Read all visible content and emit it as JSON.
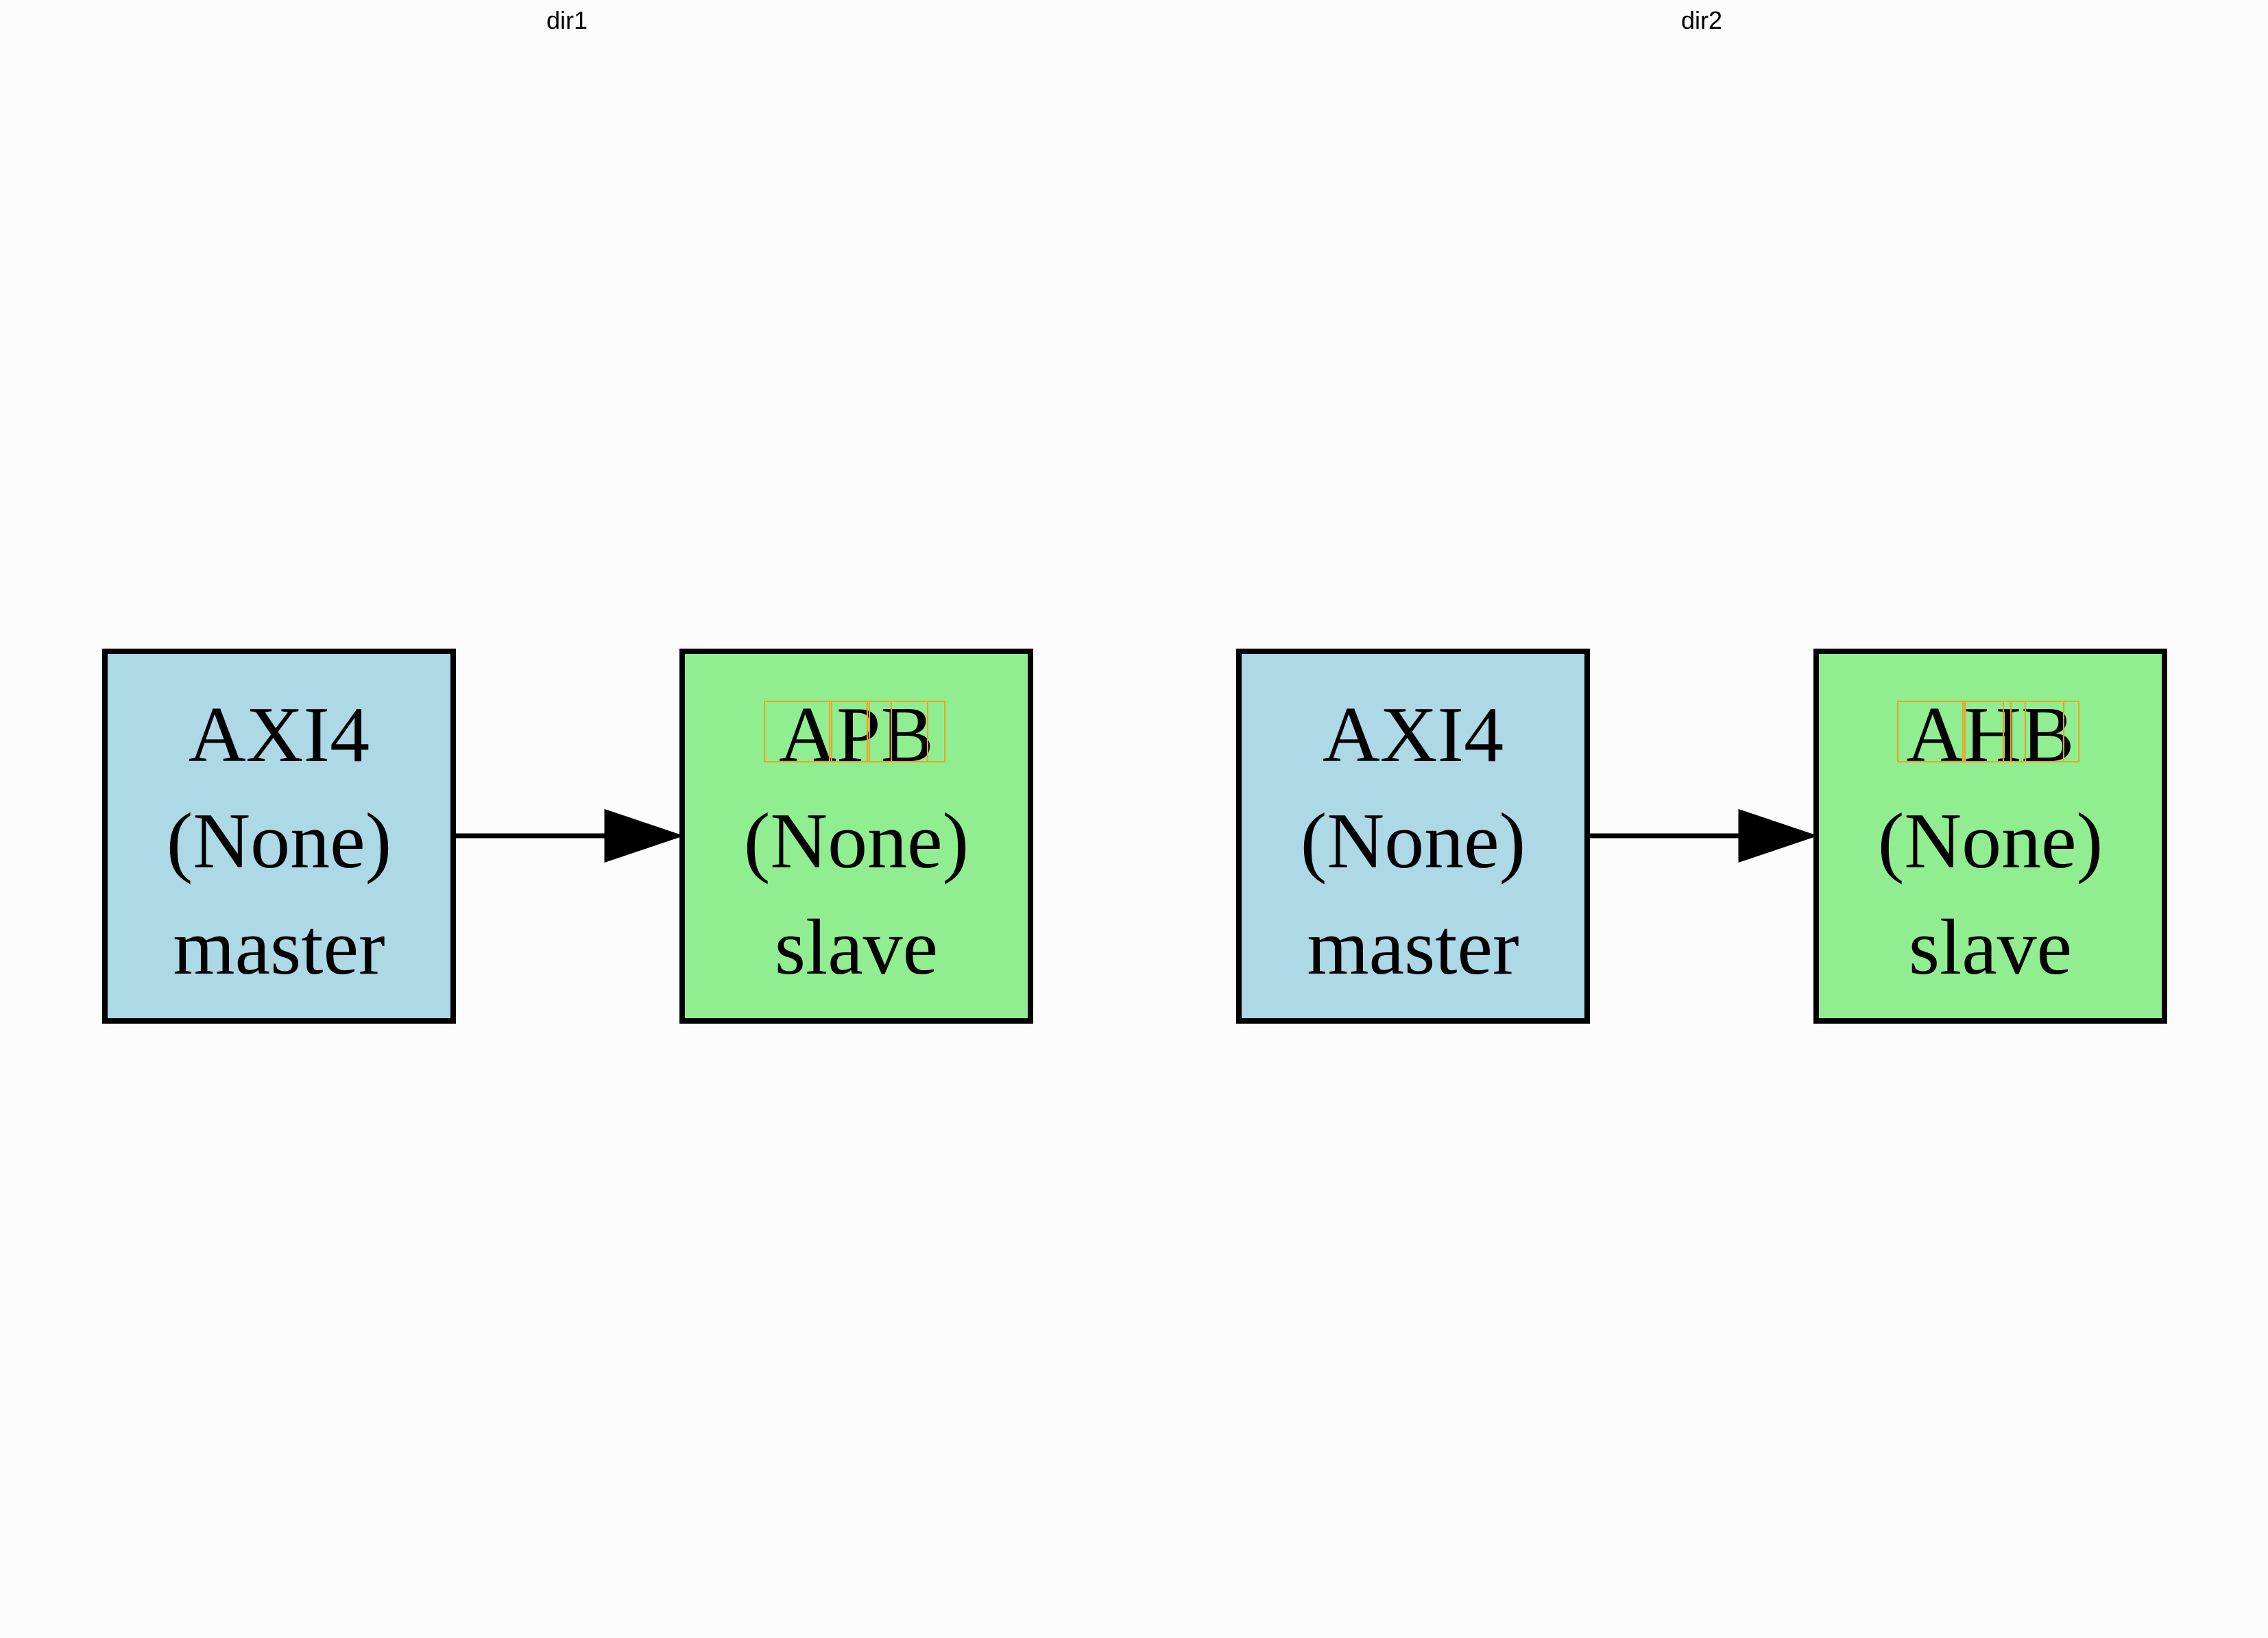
{
  "colors": {
    "background": "#fcfcfc",
    "master_fill": "#add8e6",
    "slave_fill": "#90ee90",
    "stroke": "#000000",
    "highlight": "#f0a020"
  },
  "panels": [
    {
      "title": "dir1",
      "source": {
        "line1": "AXI4",
        "line2": "(None)",
        "line3": "master"
      },
      "target": {
        "line1": "APB",
        "line2": "(None)",
        "line3": "slave"
      }
    },
    {
      "title": "dir2",
      "source": {
        "line1": "AXI4",
        "line2": "(None)",
        "line3": "master"
      },
      "target": {
        "line1": "AHB",
        "line2": "(None)",
        "line3": "slave"
      }
    }
  ]
}
